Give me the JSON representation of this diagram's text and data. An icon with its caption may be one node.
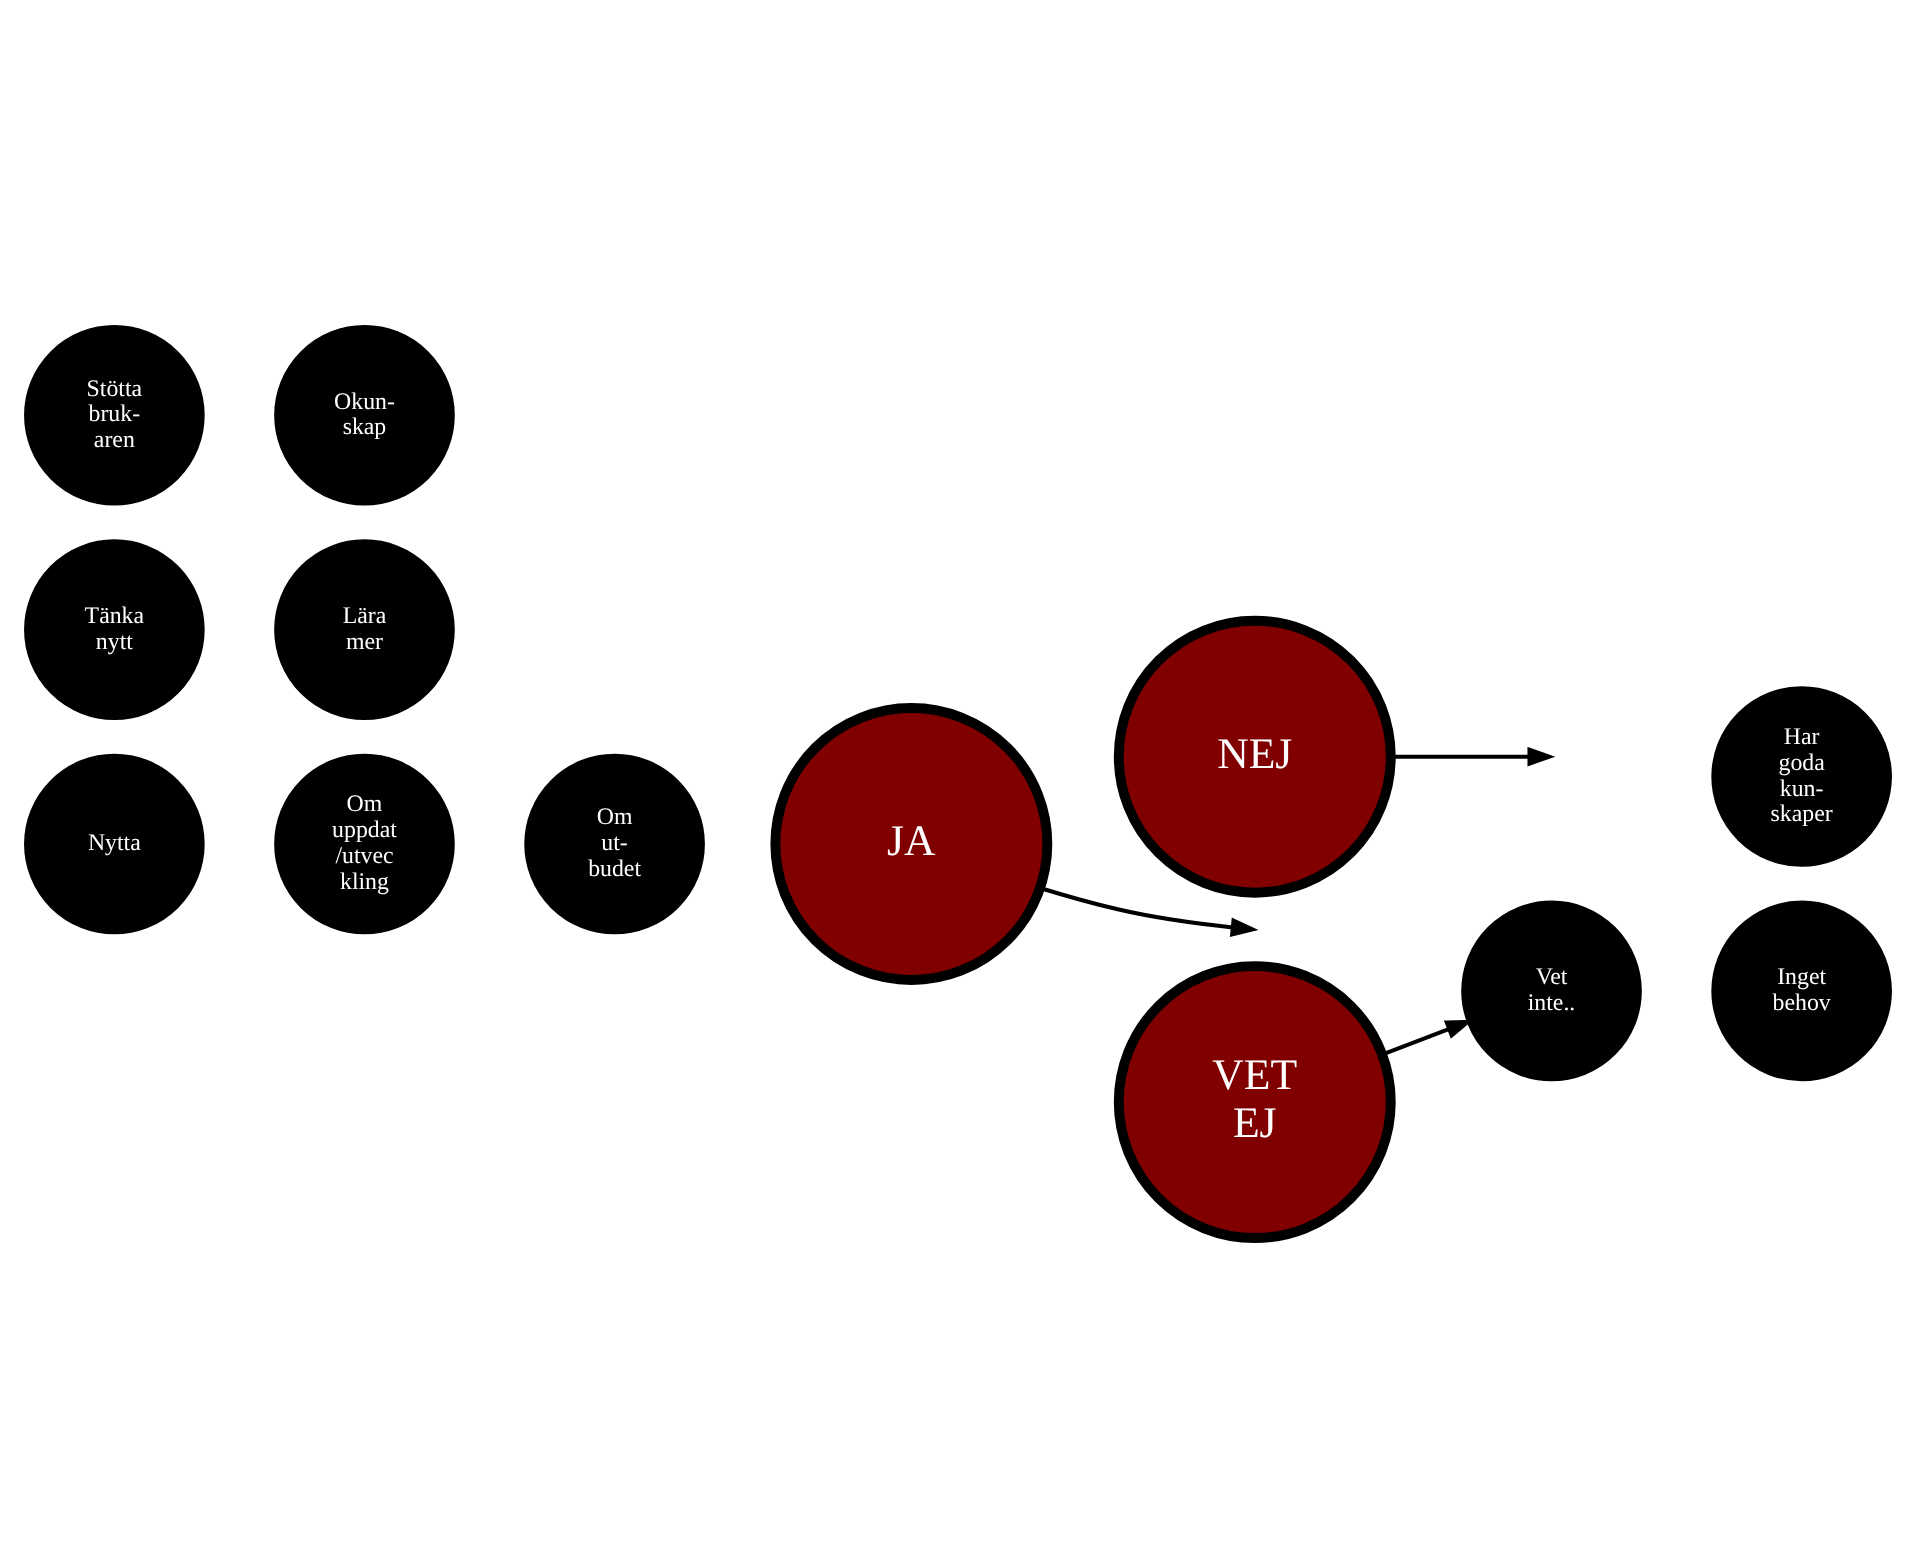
{
  "diagram": {
    "nodes": [
      {
        "text": [
          "Nytta"
        ]
      },
      {
        "text": [
          "Om uppdat /utvec kling"
        ]
      },
      {
        "text": [
          "Om ut- budet"
        ]
      },
      {
        "text": [
          "Tänka nytt"
        ]
      },
      {
        "text": [
          "Lära mer"
        ]
      },
      {
        "text": [
          "Stötta bruk- aren"
        ]
      },
      {
        "text": [
          "Okun- skap"
        ]
      },
      {
        "text": [
          "Inget behov"
        ]
      },
      {
        "text": [
          "Har goda kun- skaper"
        ]
      },
      {
        "text": [
          "JA"
        ]
      },
      {
        "text": [
          "NEJ"
        ]
      },
      {
        "text": [
          "VET EJ"
        ]
      },
      {
        "text": [
          "Vet inte.."
        ]
      }
    ],
    "edges": [
      {
        "from": 9,
        "to": null,
        "arrow": "to"
      },
      {
        "from": 10,
        "to": null,
        "arrow": "to"
      },
      {
        "from": 11,
        "to": 12,
        "arrow": "to"
      }
    ]
  }
}
